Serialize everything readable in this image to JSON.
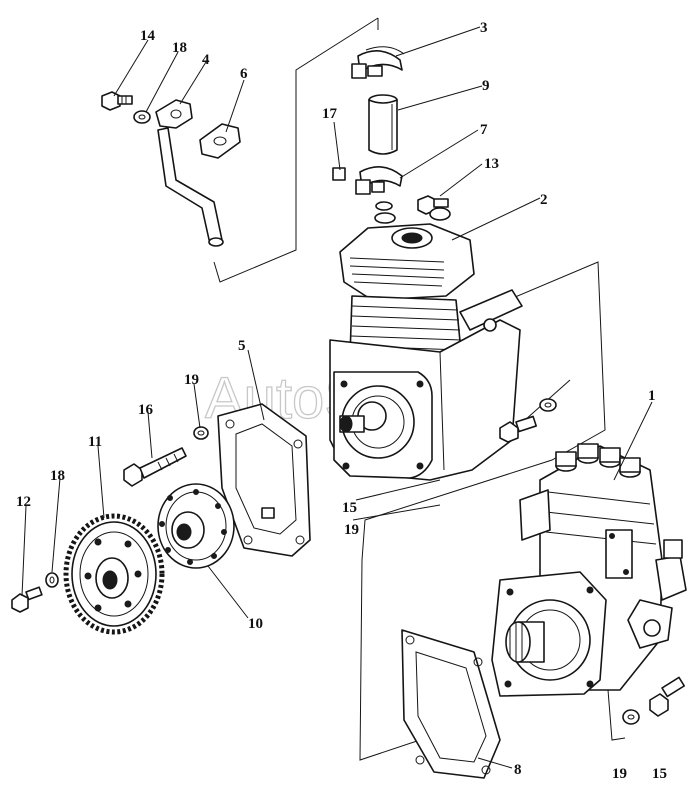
{
  "watermark": "AutoSoft",
  "callouts": [
    {
      "id": "c1",
      "text": "1"
    },
    {
      "id": "c2",
      "text": "2"
    },
    {
      "id": "c3",
      "text": "3"
    },
    {
      "id": "c4",
      "text": "4"
    },
    {
      "id": "c5",
      "text": "5"
    },
    {
      "id": "c6",
      "text": "6"
    },
    {
      "id": "c7",
      "text": "7"
    },
    {
      "id": "c8",
      "text": "8"
    },
    {
      "id": "c9",
      "text": "9"
    },
    {
      "id": "c10",
      "text": "10"
    },
    {
      "id": "c11",
      "text": "11"
    },
    {
      "id": "c12",
      "text": "12"
    },
    {
      "id": "c13",
      "text": "13"
    },
    {
      "id": "c14",
      "text": "14"
    },
    {
      "id": "c15a",
      "text": "15"
    },
    {
      "id": "c15b",
      "text": "15"
    },
    {
      "id": "c16",
      "text": "16"
    },
    {
      "id": "c17",
      "text": "17"
    },
    {
      "id": "c18a",
      "text": "18"
    },
    {
      "id": "c18b",
      "text": "18"
    },
    {
      "id": "c19a",
      "text": "19"
    },
    {
      "id": "c19b",
      "text": "19"
    },
    {
      "id": "c19c",
      "text": "19"
    }
  ]
}
